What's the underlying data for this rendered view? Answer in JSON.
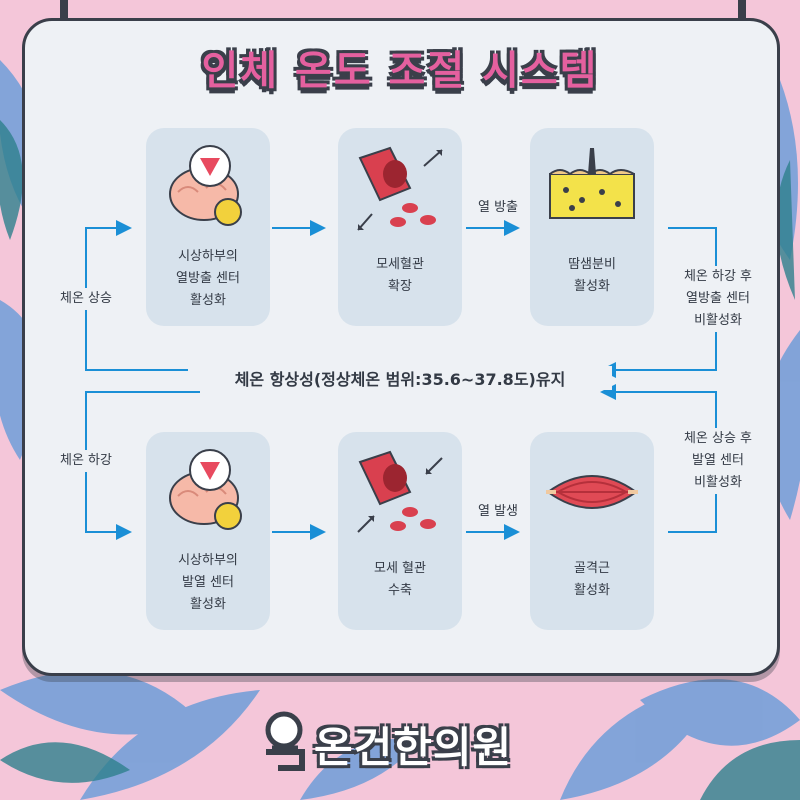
{
  "title": "인체 온도 조절 시스템",
  "upper": {
    "boxes": [
      {
        "label": "시상하부의\n열방출 센터\n활성화",
        "icon": "brain-icon"
      },
      {
        "label": "모세혈관\n확장",
        "icon": "dilated-blood-vessel-icon"
      },
      {
        "label": "땀샘분비\n활성화",
        "icon": "sweat-gland-skin-icon"
      }
    ],
    "side_left": "체온 상승",
    "side_right": "체온 하강 후\n열방출 센터\n비활성화",
    "arrow_label": "열 방출"
  },
  "lower": {
    "boxes": [
      {
        "label": "시상하부의\n발열 센터\n활성화",
        "icon": "brain-icon"
      },
      {
        "label": "모세 혈관\n수축",
        "icon": "constricted-blood-vessel-icon"
      },
      {
        "label": "골격근\n활성화",
        "icon": "skeletal-muscle-icon"
      }
    ],
    "side_left": "체온 하강",
    "side_right": "체온 상승 후\n발열 센터\n비활성화",
    "arrow_label": "열 발생"
  },
  "center": "체온 항상성(정상체온 범위:35.6~37.8도)유지",
  "logo": {
    "text": "온건한의원",
    "icon": "clinic-logo-icon"
  },
  "colors": {
    "accent": "#e4609f",
    "arrow": "#1a8fd6",
    "box": "#d7e2ec",
    "card": "#eef1f5",
    "outline": "#3a3f4a"
  }
}
